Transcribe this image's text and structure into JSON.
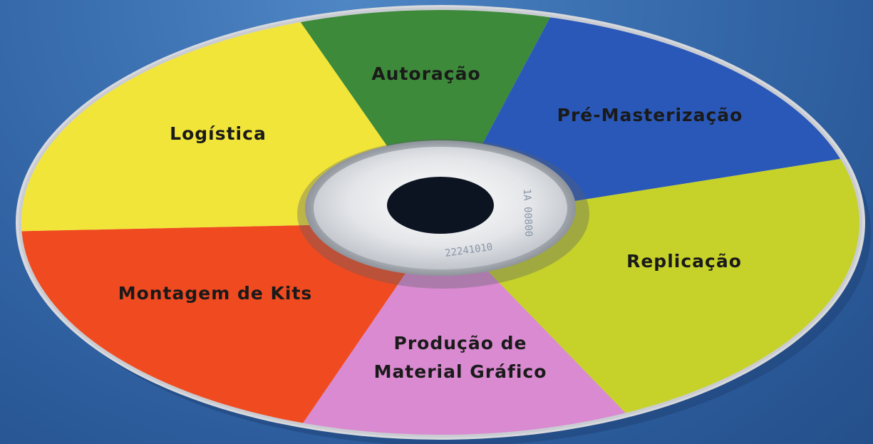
{
  "diagram": {
    "segments": [
      {
        "id": "autoracao",
        "lines": [
          "Autoração"
        ],
        "color": "#3d8a3a"
      },
      {
        "id": "pre-masterizacao",
        "lines": [
          "Pré-Masterização"
        ],
        "color": "#2a58b8"
      },
      {
        "id": "replicacao",
        "lines": [
          "Replicação"
        ],
        "color": "#c6d22a"
      },
      {
        "id": "producao",
        "lines": [
          "Produção de",
          "Material Gráfico"
        ],
        "color": "#d98ad0"
      },
      {
        "id": "montagem",
        "lines": [
          "Montagem de Kits"
        ],
        "color": "#f04a20"
      },
      {
        "id": "logistica",
        "lines": [
          "Logística"
        ],
        "color": "#f2e53a"
      }
    ],
    "hub_text": {
      "code_bottom": "22241010",
      "code_right": "1A 00800"
    },
    "colors": {
      "background": "#3a6fb0",
      "disc_edge": "#c9ccd2",
      "hub": "#e4e6e9",
      "label_text": "#1a1a1a"
    }
  }
}
